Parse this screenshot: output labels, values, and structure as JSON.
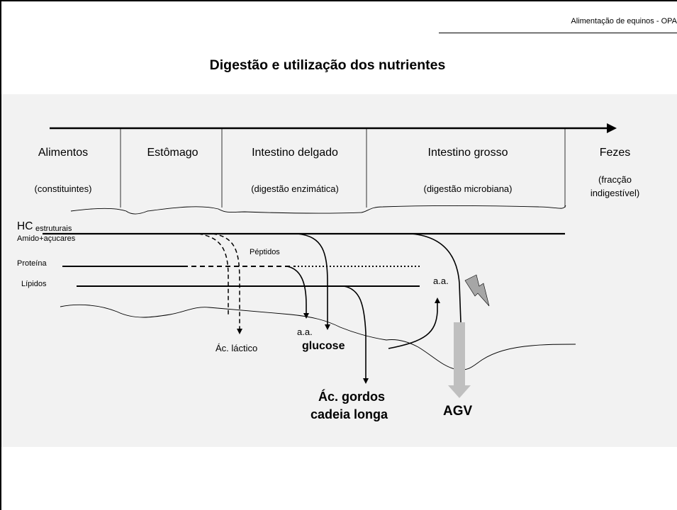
{
  "header": {
    "text": "Alimentação de equinos  -  OPA"
  },
  "title": "Digestão e utilização dos nutrientes",
  "stages": [
    {
      "name": "Alimentos",
      "sub": "(constituintes)"
    },
    {
      "name": "Estômago",
      "sub": ""
    },
    {
      "name": "Intestino delgado",
      "sub": "(digestão enzimática)"
    },
    {
      "name": "Intestino grosso",
      "sub": "(digestão microbiana)"
    },
    {
      "name": "Fezes",
      "sub_line1": "(fracção",
      "sub_line2": "indigestível)"
    }
  ],
  "nutrients": {
    "hc": "HC",
    "hc_sub": "estruturais",
    "amido": "Amido+açucares",
    "proteina": "Proteína",
    "lipidos": "Lípidos"
  },
  "labels": {
    "peptidos": "Péptidos",
    "aa_top": "a.a.",
    "aa_bottom": "a.a.",
    "ac_lactico": "Ác. láctico",
    "glucose": "glucose",
    "ac_gordos_1": "Ác. gordos",
    "ac_gordos_2": "cadeia longa",
    "agv": "AGV"
  },
  "colors": {
    "panel": "#f2f2f2",
    "agv_arrow": "#bfbfbf",
    "lightning": "#a6a6a6"
  }
}
